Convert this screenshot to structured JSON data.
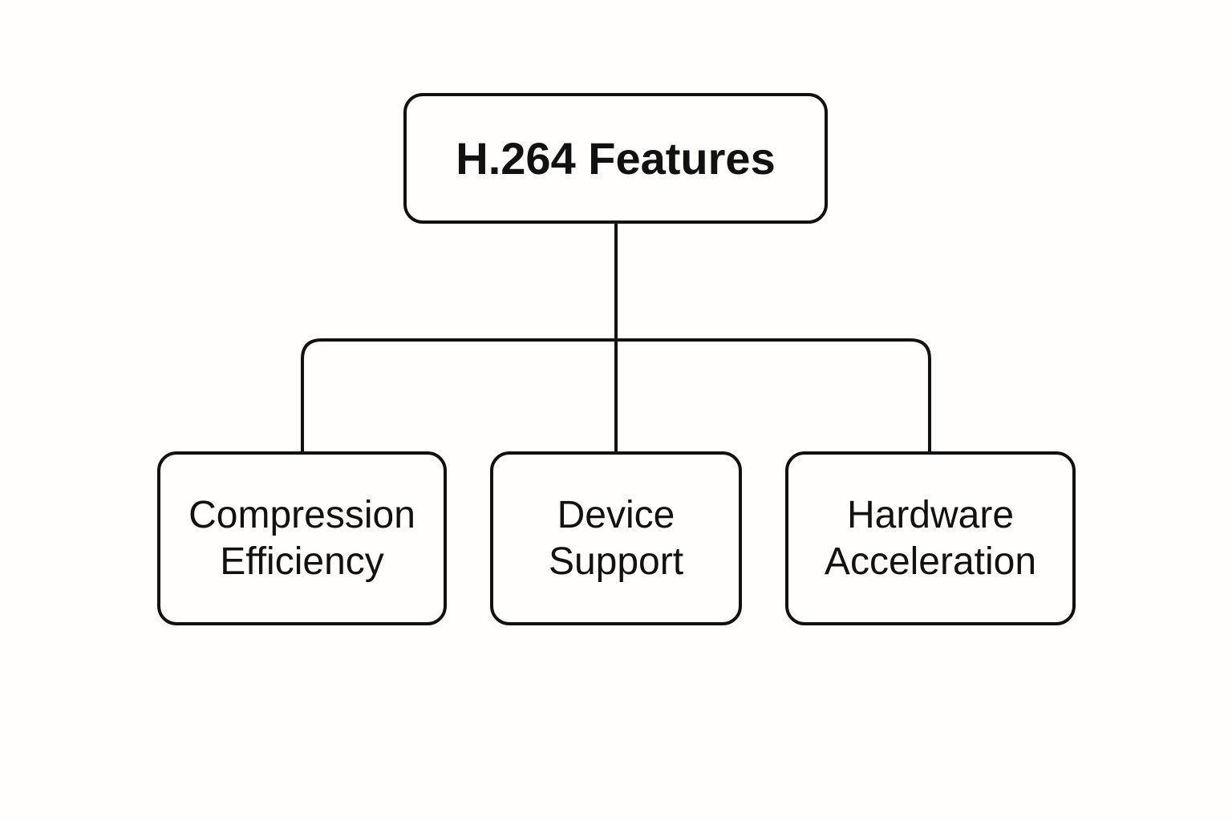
{
  "diagram": {
    "root": {
      "label": "H.264 Features"
    },
    "children": [
      {
        "line1": "Compression",
        "line2": "Efficiency"
      },
      {
        "line1": "Device",
        "line2": "Support"
      },
      {
        "line1": "Hardware",
        "line2": "Acceleration"
      }
    ]
  },
  "colors": {
    "stroke": "#111111",
    "background": "#fffefc"
  }
}
